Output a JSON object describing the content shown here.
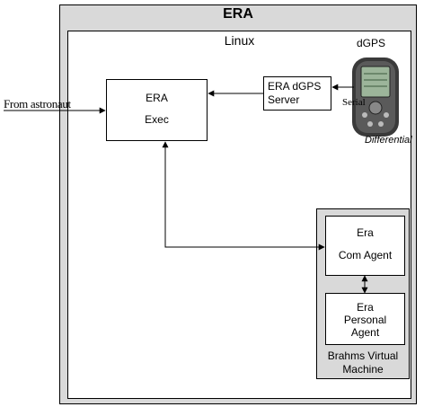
{
  "diagram": {
    "outer_title": "ERA",
    "linux_label": "Linux",
    "gps_label": "dGPS",
    "gps_caption": "Differential",
    "serial_label": "Serial",
    "from_label": "From astronaut",
    "exec": {
      "line1": "ERA",
      "line2": "Exec"
    },
    "server": {
      "line1": "ERA dGPS",
      "line2": "Server"
    },
    "vm_label": {
      "line1": "Brahms Virtual",
      "line2": "Machine"
    },
    "com_agent": {
      "line1": "Era",
      "line2": "Com Agent"
    },
    "personal_agent": {
      "line1": "Era",
      "line2": "Personal",
      "line3": "Agent"
    }
  },
  "colors": {
    "frame_fill": "#d9d9d9",
    "box_fill": "#ffffff",
    "stroke": "#000000",
    "gps_body": "#3a3a3a",
    "gps_screen": "#9cb59a"
  }
}
